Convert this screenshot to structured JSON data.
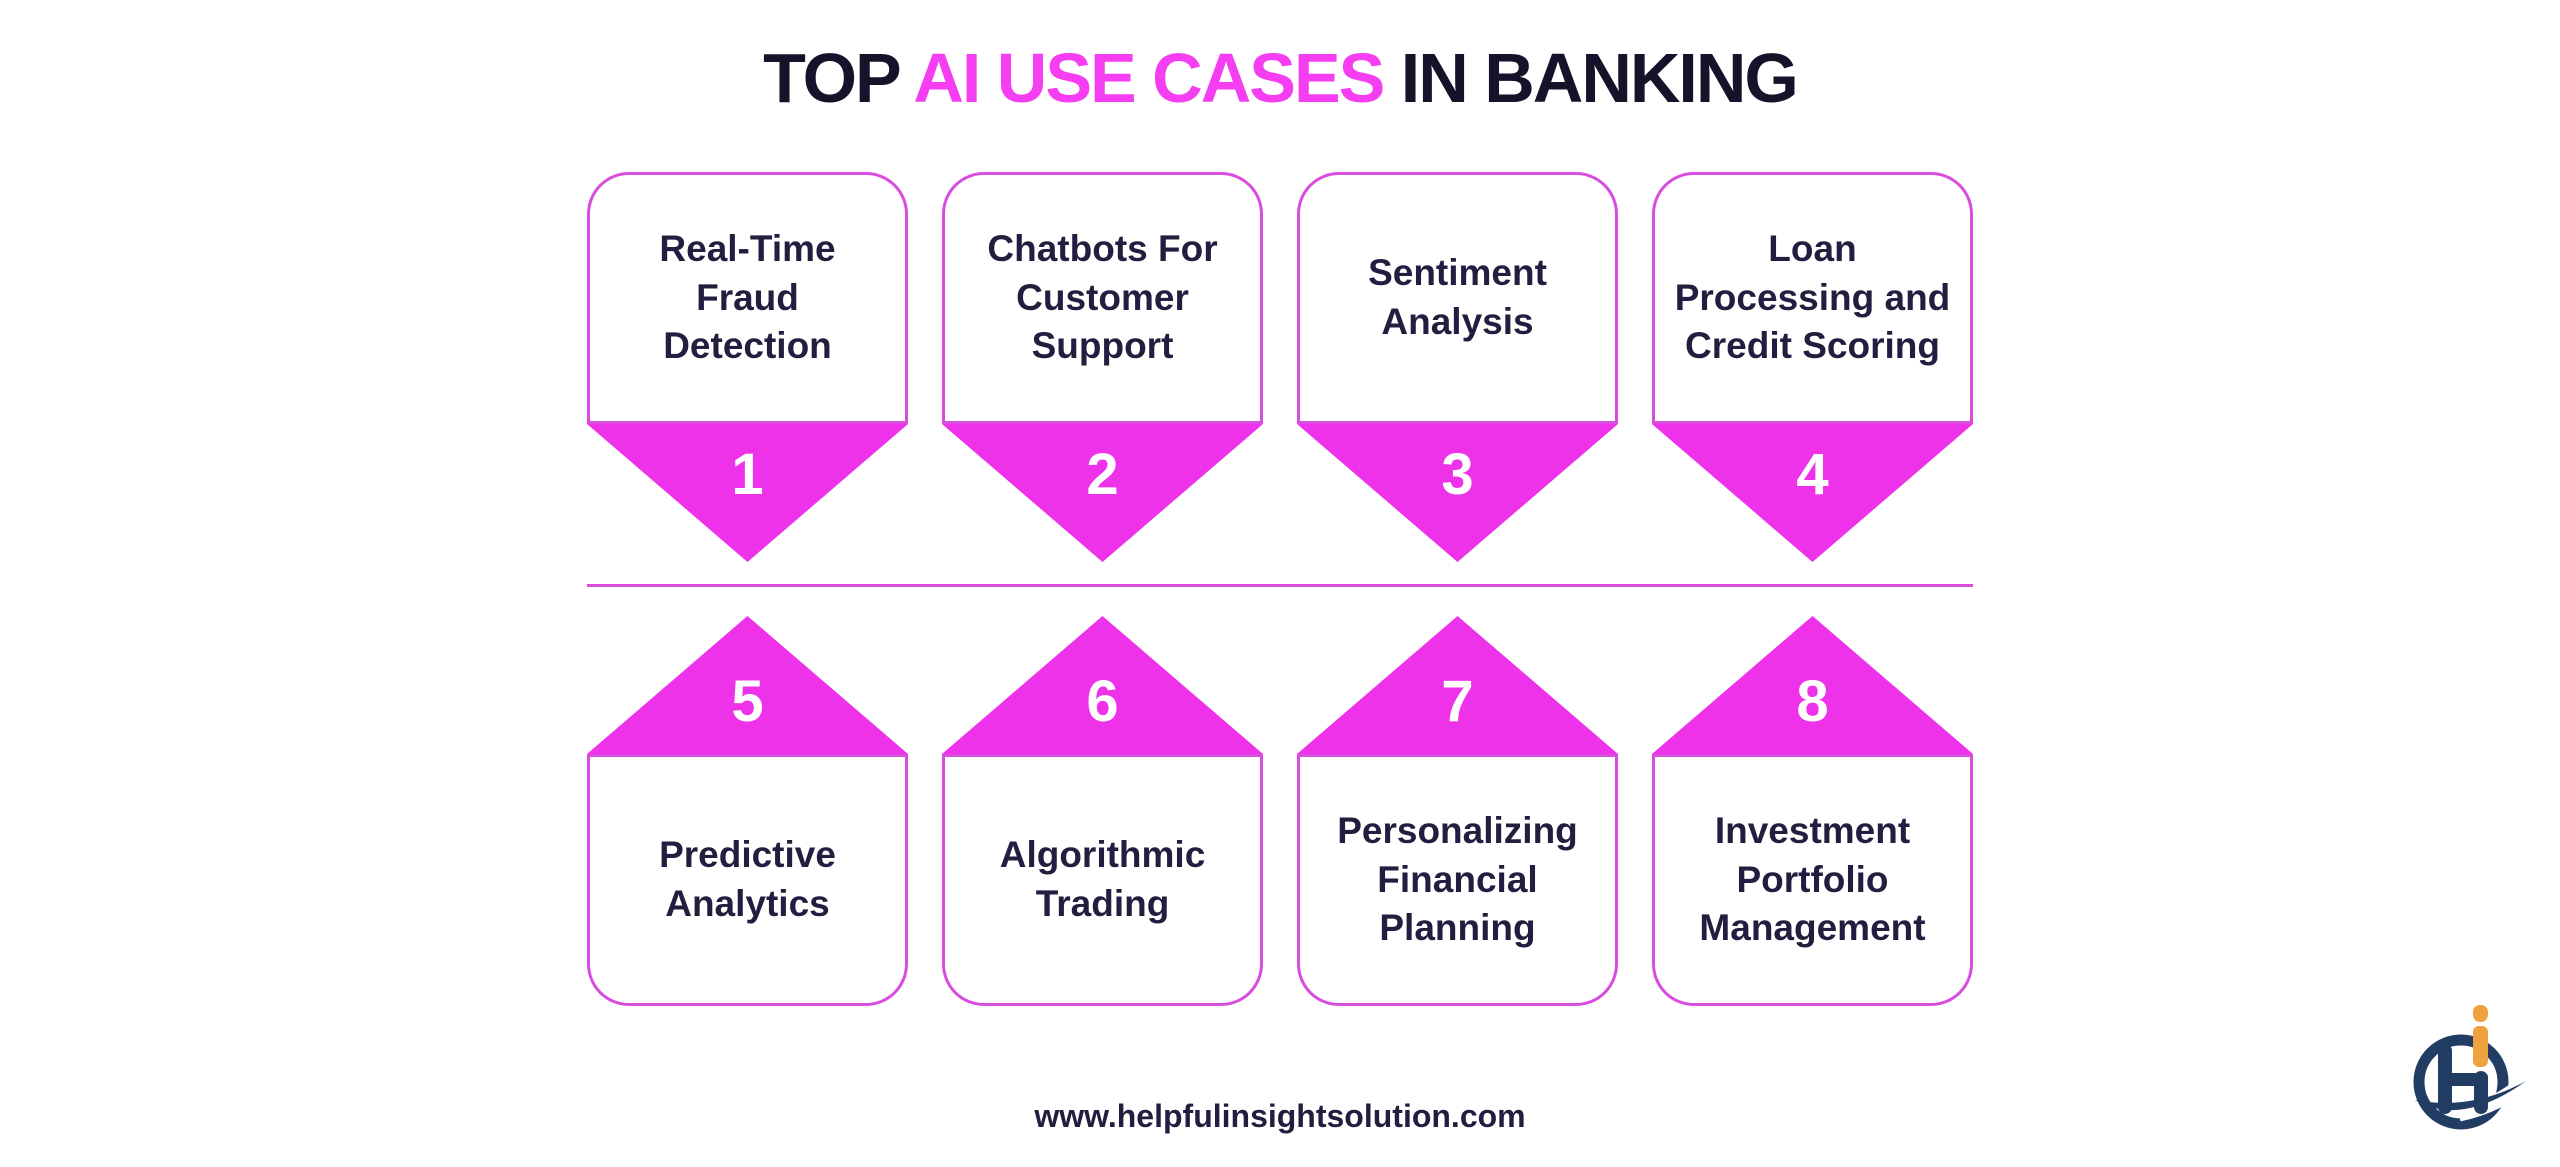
{
  "title": {
    "prefix": "TOP ",
    "highlight": "AI USE CASES",
    "suffix": " IN BANKING"
  },
  "top_row": [
    {
      "number": "1",
      "label": "Real-Time Fraud Detection"
    },
    {
      "number": "2",
      "label": "Chatbots For Customer Support"
    },
    {
      "number": "3",
      "label": "Sentiment Analysis"
    },
    {
      "number": "4",
      "label": "Loan Processing and Credit Scoring"
    }
  ],
  "bottom_row": [
    {
      "number": "5",
      "label": "Predictive Analytics"
    },
    {
      "number": "6",
      "label": "Algorithmic Trading"
    },
    {
      "number": "7",
      "label": "Personalizing Financial Planning"
    },
    {
      "number": "8",
      "label": "Investment Portfolio Management"
    }
  ],
  "footer": {
    "website": "www.helpfulinsightsolution.com"
  },
  "logo": {
    "monogram": "Hi"
  },
  "colors": {
    "magenta_fill": "#ED32EA",
    "magenta_border": "#D94DDE",
    "title_accent": "#F53DF2",
    "title_dark": "#15122A",
    "card_text": "#221E3F",
    "number_text": "#FFFFFF",
    "logo_navy": "#223D64",
    "logo_orange": "#F0A23E",
    "background": "#FFFFFF"
  }
}
